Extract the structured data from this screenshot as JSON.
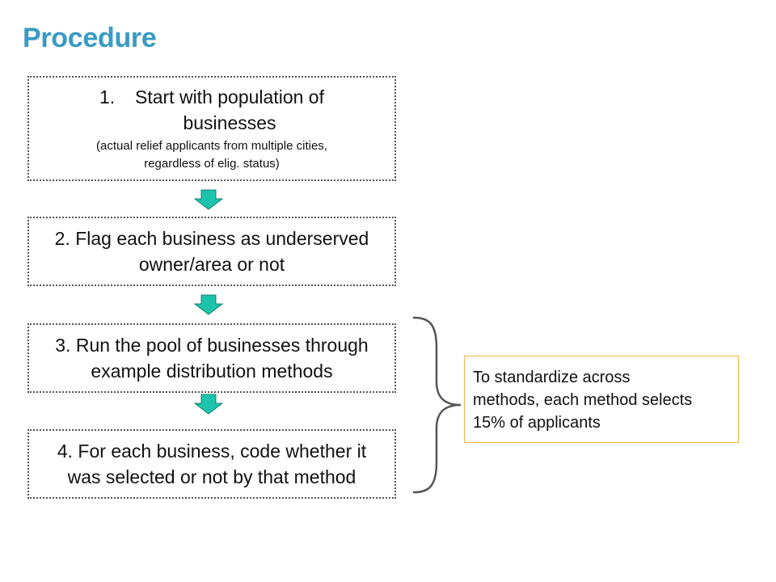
{
  "title": "Procedure",
  "steps": [
    {
      "number": "1.",
      "text_line1": "Start with population of",
      "text_line2": "businesses",
      "sub_line1": "(actual relief applicants from multiple cities,",
      "sub_line2": "regardless of elig. status)"
    },
    {
      "line1": "2. Flag each business as underserved",
      "line2": "owner/area or not"
    },
    {
      "line1": "3. Run the pool of businesses through",
      "line2": "example distribution methods"
    },
    {
      "line1": "4. For each business, code whether it",
      "line2": "was selected or not by that method"
    }
  ],
  "note": {
    "line1": "To standardize across",
    "line2": "methods, each method selects",
    "line3": "15% of applicants"
  },
  "colors": {
    "title": "#3a9bc4",
    "arrow_fill": "#1cc4ac",
    "arrow_stroke": "#14806e",
    "note_border": "#f2b545",
    "box_border": "#555555",
    "brace": "#555555"
  }
}
